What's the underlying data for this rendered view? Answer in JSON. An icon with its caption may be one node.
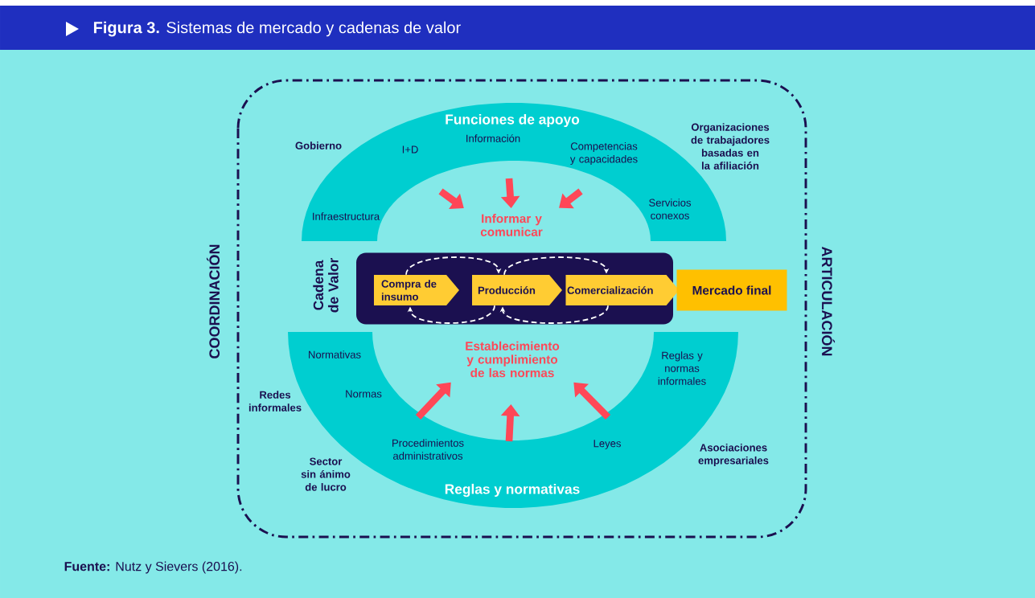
{
  "diagram": {
    "title": "**Figura 3.** Sistemas de mercado y cadenas de valor",
    "caption": "**Fuente:** Nutz y Sievers (2016).",
    "nodes": [
      {
        "text": [
          "Funciones de apoyo",
          "I+D",
          "Información",
          "Competencias y capacidades",
          "Infraestructura",
          "Servicios conexos"
        ]
      },
      {
        "text": [
          "Informar y comunicar"
        ]
      },
      {
        "text": [
          "Cadena de Valor"
        ]
      },
      {
        "text": [
          "Compra de insumo"
        ],
        "in": 2
      },
      {
        "text": [
          "Producción"
        ],
        "in": 2
      },
      {
        "text": [
          "Comercialización"
        ],
        "in": 2
      },
      {
        "text": [
          "Mercado final"
        ]
      },
      {
        "text": [
          "Establecimiento y cumplimiento de las normas"
        ]
      },
      {
        "text": [
          "Reglas y normativas",
          "Normativas",
          "Reglas y normas informales",
          "Normas",
          "Procedimientos administrativos",
          "Leyes"
        ]
      }
    ],
    "edges": [
      {
        "from": 0,
        "to": 1,
        "arrow": "to"
      },
      {
        "from": 0,
        "to": 1,
        "arrow": "to"
      },
      {
        "from": 0,
        "to": 1,
        "arrow": "to"
      },
      {
        "from": 3,
        "to": 4,
        "arrow": "to",
        "style": "dashed",
        "color": "#ffffff"
      },
      {
        "from": 4,
        "to": 5,
        "arrow": "to",
        "style": "dashed",
        "color": "#ffffff"
      },
      {
        "from": 4,
        "to": 3,
        "arrow": "to",
        "style": "dashed",
        "color": "#ffffff"
      },
      {
        "from": 5,
        "to": 4,
        "arrow": "to",
        "style": "dashed",
        "color": "#ffffff"
      },
      {
        "from": 8,
        "to": 7,
        "arrow": "to"
      },
      {
        "from": 8,
        "to": 7,
        "arrow": "to"
      },
      {
        "from": 8,
        "to": 7,
        "arrow": "to"
      }
    ],
    "labels": [
      "Gobierno",
      "Organizaciones de trabajadores basadas en la afiliación",
      "COORDINACIÓN",
      "ARTICULACIÓN",
      "Redes informales",
      "Sector sin ánimo de lucro",
      "Asociaciones empresariales"
    ]
  }
}
